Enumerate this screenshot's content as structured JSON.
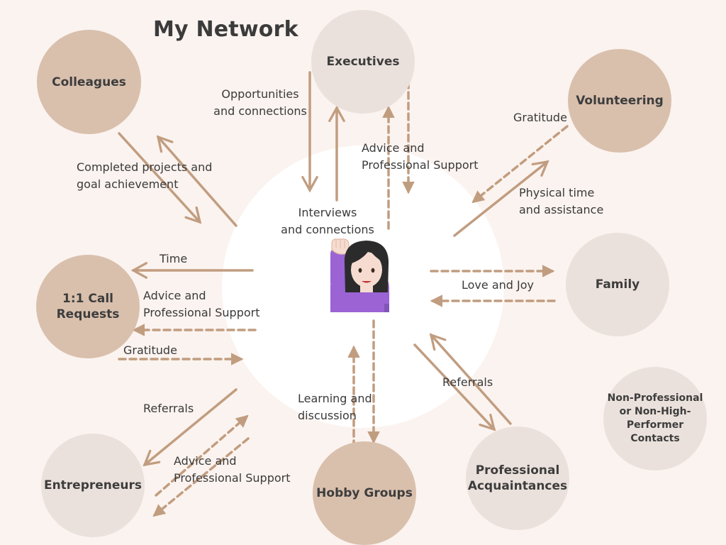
{
  "title": "My Network",
  "colors": {
    "arrow": "#c19d80",
    "node_dark": "#d9c0ad",
    "node_light": "#ebe1dc",
    "background": "#fbf3ef"
  },
  "center_icon": "person-raising-hand-icon",
  "nodes": {
    "colleagues": "Colleagues",
    "executives": "Executives",
    "volunteering": "Volunteering",
    "call_requests": "1:1 Call Requests",
    "family": "Family",
    "entrepreneurs": "Entrepreneurs",
    "hobby_groups": "Hobby Groups",
    "professional_acquaintances": "Professional Acquaintances",
    "non_professional": "Non-Professional or Non-High-Performer Contacts"
  },
  "labels": {
    "opportunities": "Opportunities\nand connections",
    "exec_advice": "Advice and\nProfessional Support",
    "interviews": "Interviews\nand connections",
    "completed_projects": "Completed projects and\ngoal achievement",
    "gratitude_volunteering": "Gratitude",
    "physical_time": "Physical time\nand assistance",
    "time": "Time",
    "call_advice": "Advice and\nProfessional Support",
    "gratitude_call": "Gratitude",
    "love_joy": "Love and Joy",
    "referrals_entrepreneurs": "Referrals",
    "entrepreneurs_advice": "Advice and\nProfessional Support",
    "learning": "Learning and\ndiscussion",
    "referrals_pa": "Referrals"
  }
}
